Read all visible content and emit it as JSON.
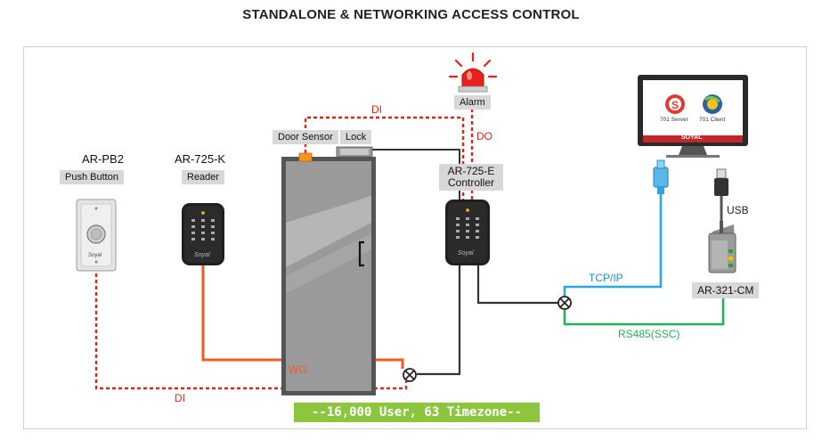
{
  "title": "STANDALONE & NETWORKING ACCESS CONTROL",
  "devices": {
    "push_button": {
      "model": "AR-PB2",
      "label": "Push Button"
    },
    "reader": {
      "model": "AR-725-K",
      "label": "Reader"
    },
    "door_sensor": {
      "label": "Door Sensor"
    },
    "lock": {
      "label": "Lock"
    },
    "alarm": {
      "label": "Alarm"
    },
    "controller": {
      "model": "AR-725-E",
      "label": "Controller"
    },
    "converter": {
      "model": "AR-321-CM"
    },
    "computer": {
      "brand": "SOYAL",
      "app1": "701 Server",
      "app2": "701 Client",
      "logo_letter": "S"
    },
    "device_brand": "Soyal"
  },
  "wires": {
    "di_top": "DI",
    "do": "DO",
    "tcpip": "TCP/IP",
    "usb": "USB",
    "rs485": "RS485(SSC)",
    "wg": "WG",
    "di_bottom": "DI"
  },
  "banner": "--16,000 User, 63 Timezone--",
  "colors": {
    "red_wire": "#d9261c",
    "orange_wire": "#f05a22",
    "blue_wire": "#29a8e0",
    "green_wire": "#22b05a",
    "black_wire": "#333333",
    "banner": "#8cc63f"
  }
}
